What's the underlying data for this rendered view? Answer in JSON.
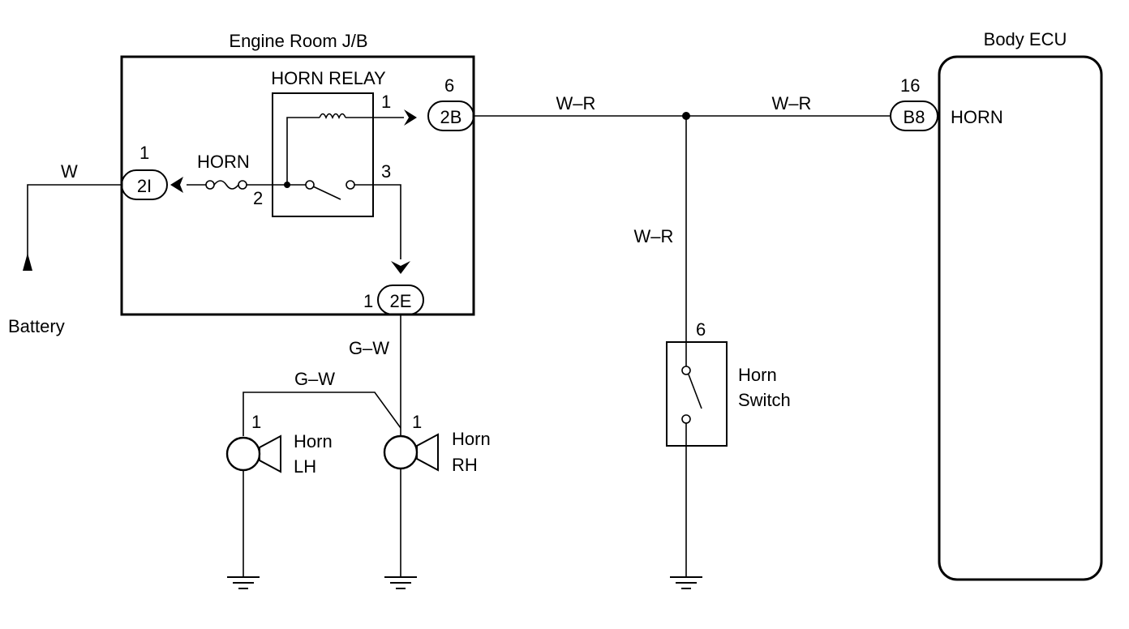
{
  "boxes": {
    "junction_block": "Engine Room J/B",
    "relay": "HORN RELAY",
    "ecu": "Body ECU"
  },
  "connectors": {
    "c2I": {
      "id": "2I",
      "pin": "1"
    },
    "c2B": {
      "id": "2B",
      "pin": "6"
    },
    "c2E": {
      "id": "2E",
      "pin": "1"
    },
    "cB8": {
      "id": "B8",
      "pin": "16"
    }
  },
  "pins": {
    "relay_coil": "1",
    "relay_switch_out": "3",
    "relay_fuse_side": "2",
    "horn_lh": "1",
    "horn_rh": "1",
    "switch": "6"
  },
  "fuse": {
    "name": "HORN"
  },
  "ecu_terminal": "HORN",
  "wires": {
    "battery": "W",
    "relay_to_junction": "W–R",
    "junction_to_ecu": "W–R",
    "junction_to_switch": "W–R",
    "relay_to_horn_rh": "G–W",
    "horn_rh_to_lh": "G–W"
  },
  "components": {
    "battery": "Battery",
    "horn_lh": {
      "line1": "Horn",
      "line2": "LH"
    },
    "horn_rh": {
      "line1": "Horn",
      "line2": "RH"
    },
    "horn_switch": {
      "line1": "Horn",
      "line2": "Switch"
    }
  }
}
